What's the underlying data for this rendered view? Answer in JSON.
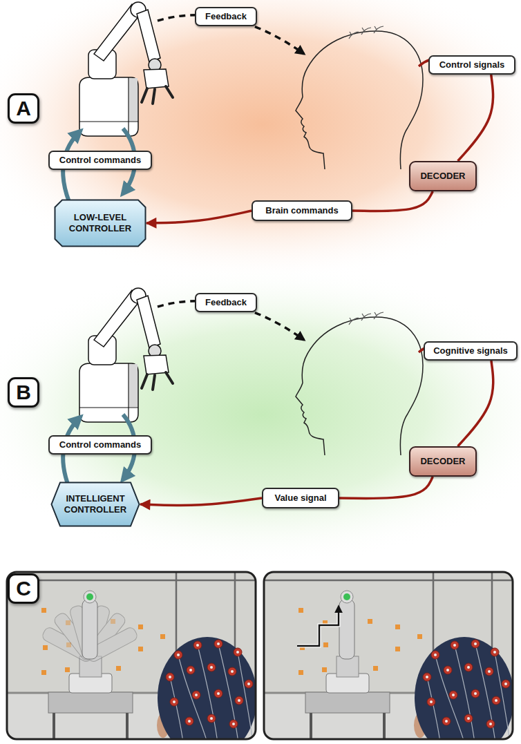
{
  "diagram": {
    "nodes": [
      {
        "text": [
          "A"
        ]
      },
      {
        "text": [
          "Feedback"
        ]
      },
      {
        "text": [
          "Control signals"
        ]
      },
      {
        "text": [
          "Control commands"
        ]
      },
      {
        "text": [
          "DECODER"
        ]
      },
      {
        "text": [
          "Brain commands"
        ]
      },
      {
        "text": [
          "LOW-LEVEL CONTROLLER"
        ]
      },
      {
        "text": [
          "B"
        ]
      },
      {
        "text": [
          "Feedback"
        ]
      },
      {
        "text": [
          "Cognitive signals"
        ]
      },
      {
        "text": [
          "Control commands"
        ]
      },
      {
        "text": [
          "DECODER"
        ]
      },
      {
        "text": [
          "Value signal"
        ]
      },
      {
        "text": [
          "INTELLIGENT CONTROLLER"
        ]
      },
      {
        "text": [
          "C"
        ]
      }
    ],
    "edges": [
      {
        "from": 2,
        "to": 4,
        "arrow": "none"
      },
      {
        "from": 4,
        "to": 5,
        "arrow": "none"
      },
      {
        "from": 5,
        "to": 6,
        "arrow": "to"
      },
      {
        "from": 9,
        "to": 11,
        "arrow": "none"
      },
      {
        "from": 11,
        "to": 12,
        "arrow": "none"
      },
      {
        "from": 12,
        "to": 13,
        "arrow": "to"
      }
    ]
  }
}
